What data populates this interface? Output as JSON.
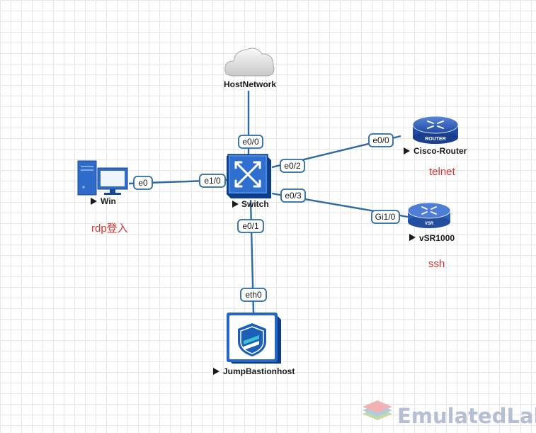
{
  "nodes": {
    "cloud": {
      "label": "HostNetwork"
    },
    "switch": {
      "label": "Switch"
    },
    "win": {
      "label": "Win",
      "note": "rdp登入"
    },
    "router": {
      "label": "Cisco-Router",
      "icon_text": "ROUTER",
      "note": "telnet"
    },
    "vsr": {
      "label": "vSR1000",
      "icon_text": "VSR",
      "note": "ssh"
    },
    "jump": {
      "label": "JumpBastionhost"
    }
  },
  "links": {
    "cloud_switch": {
      "switch_port": "e0/0"
    },
    "win_switch": {
      "win_port": "e0",
      "switch_port": "e1/0"
    },
    "router_switch": {
      "switch_port": "e0/2",
      "router_port": "e0/0"
    },
    "vsr_switch": {
      "switch_port": "e0/3",
      "vsr_port": "Gi1/0"
    },
    "jump_switch": {
      "switch_port": "e0/1",
      "jump_port": "eth0"
    }
  },
  "watermark": {
    "text": "EmulatedLab"
  },
  "colors": {
    "link": "#2b6aa3",
    "note": "#e03030",
    "grid": "#e6e6e6"
  }
}
